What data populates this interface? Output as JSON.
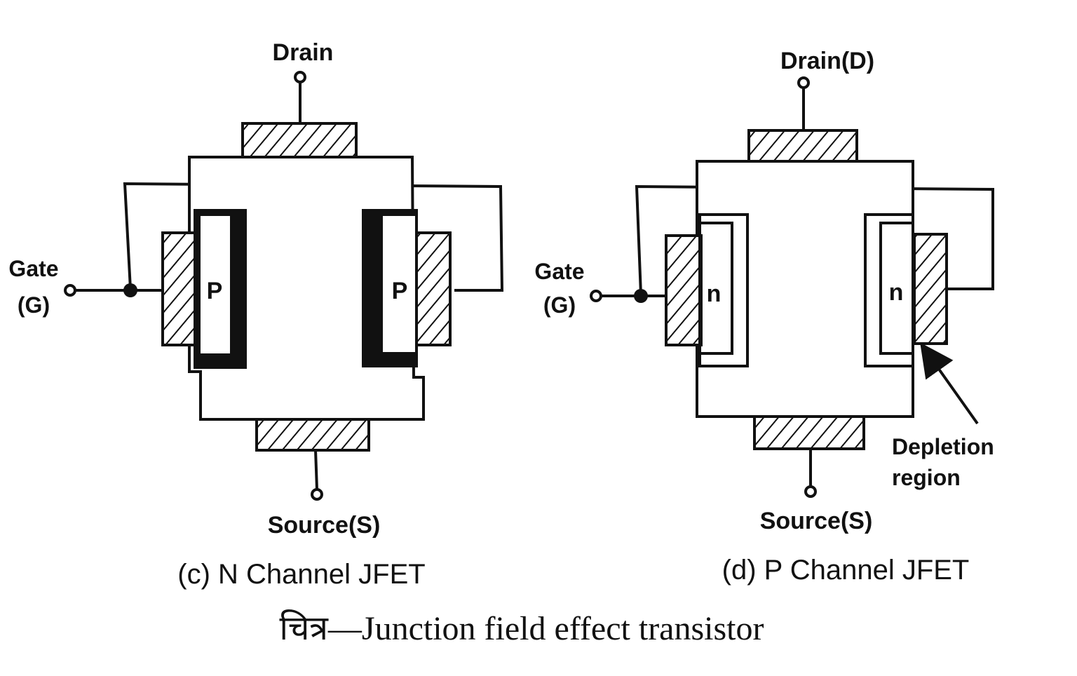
{
  "diagram": {
    "n_channel": {
      "drain_label": "Drain",
      "source_label": "Source(S)",
      "gate_label_line1": "Gate",
      "gate_label_line2": "(G)",
      "left_region_label": "P",
      "right_region_label": "P",
      "caption": "(c) N Channel JFET"
    },
    "p_channel": {
      "drain_label": "Drain(D)",
      "source_label": "Source(S)",
      "gate_label_line1": "Gate",
      "gate_label_line2": "(G)",
      "left_region_label": "n",
      "right_region_label": "n",
      "depletion_label_line1": "Depletion",
      "depletion_label_line2": "region",
      "caption": "(d) P Channel JFET"
    },
    "figure_caption": "चित्र—Junction field effect transistor"
  }
}
